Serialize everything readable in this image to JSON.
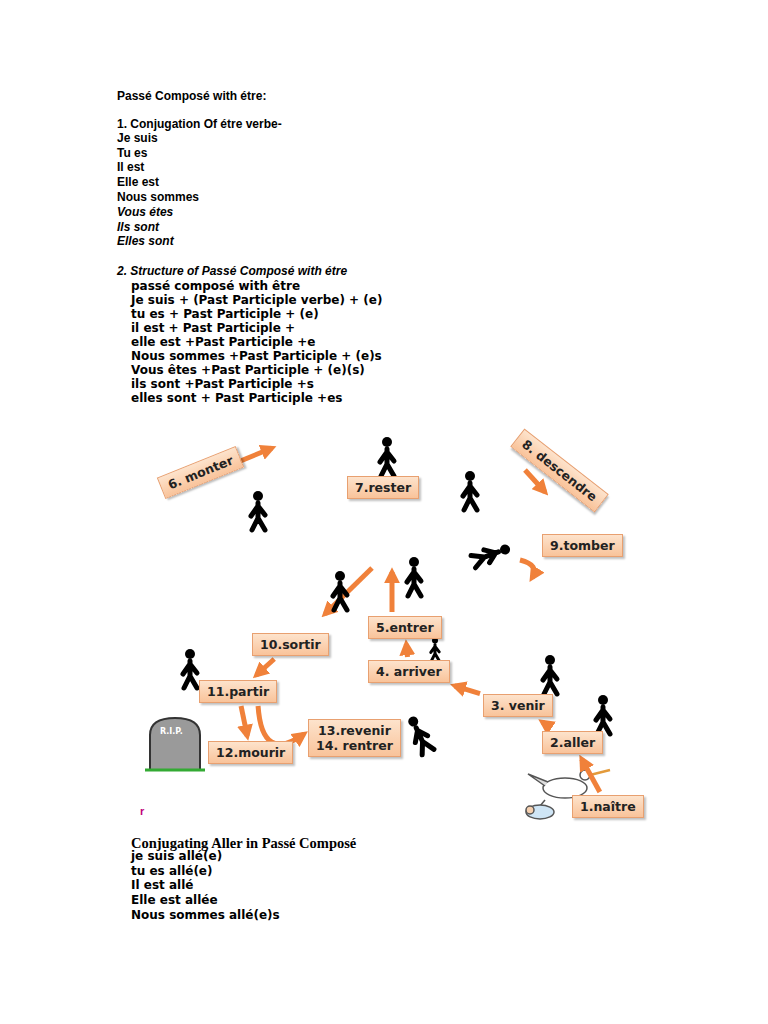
{
  "diagram": {
    "title": "Passé Composé with étre:",
    "nodes": [
      {
        "text": [
          "1.naître"
        ]
      },
      {
        "text": [
          "2.aller"
        ]
      },
      {
        "text": [
          "3. venir"
        ]
      },
      {
        "text": [
          "4. arriver"
        ]
      },
      {
        "text": [
          "5.entrer"
        ]
      },
      {
        "text": [
          "6. monter"
        ]
      },
      {
        "text": [
          "7.rester"
        ]
      },
      {
        "text": [
          "8. descendre"
        ]
      },
      {
        "text": [
          "9.tomber"
        ]
      },
      {
        "text": [
          "10.sortir"
        ]
      },
      {
        "text": [
          "11.partir"
        ]
      },
      {
        "text": [
          "12.mourir"
        ]
      },
      {
        "text": [
          "13.revenir",
          "14. rentrer"
        ]
      }
    ],
    "edges": [
      {
        "from": 0,
        "to": 1,
        "arrow": "to"
      },
      {
        "from": 1,
        "to": 2,
        "arrow": "to"
      },
      {
        "from": 2,
        "to": 3,
        "arrow": "to"
      },
      {
        "from": 3,
        "to": 4,
        "arrow": "to"
      },
      {
        "from": 9,
        "to": 10,
        "arrow": "to"
      },
      {
        "from": 10,
        "to": 11,
        "arrow": "to"
      },
      {
        "from": 10,
        "to": 12,
        "arrow": "to"
      }
    ],
    "labels": [
      "1. Conjugation Of étre verbe-",
      "Je suis",
      "Tu es",
      "Il est",
      "Elle est",
      "Nous sommes",
      "Vous étes",
      "Ils sont",
      "Elles sont",
      "2. Structure of Passé Composé with étre",
      "passé composé with être",
      "Je suis + (Past Participle verbe) + (e)",
      "tu es + Past Participle + (e)",
      "il est + Past Participle +",
      "elle est +Past Participle +e",
      "Nous sommes +Past Participle + (e)s",
      "Vous êtes +Past Participle + (e)(s)",
      "ils sont +Past Participle +s",
      "elles sont + Past Participle +es",
      "R.I.P.",
      "r",
      "Conjugating Aller in Passé Composé",
      "je suis allé(e)",
      "tu es allé(e)",
      "Il est allé",
      "Elle est allée",
      "Nous sommes allé(e)s"
    ]
  }
}
